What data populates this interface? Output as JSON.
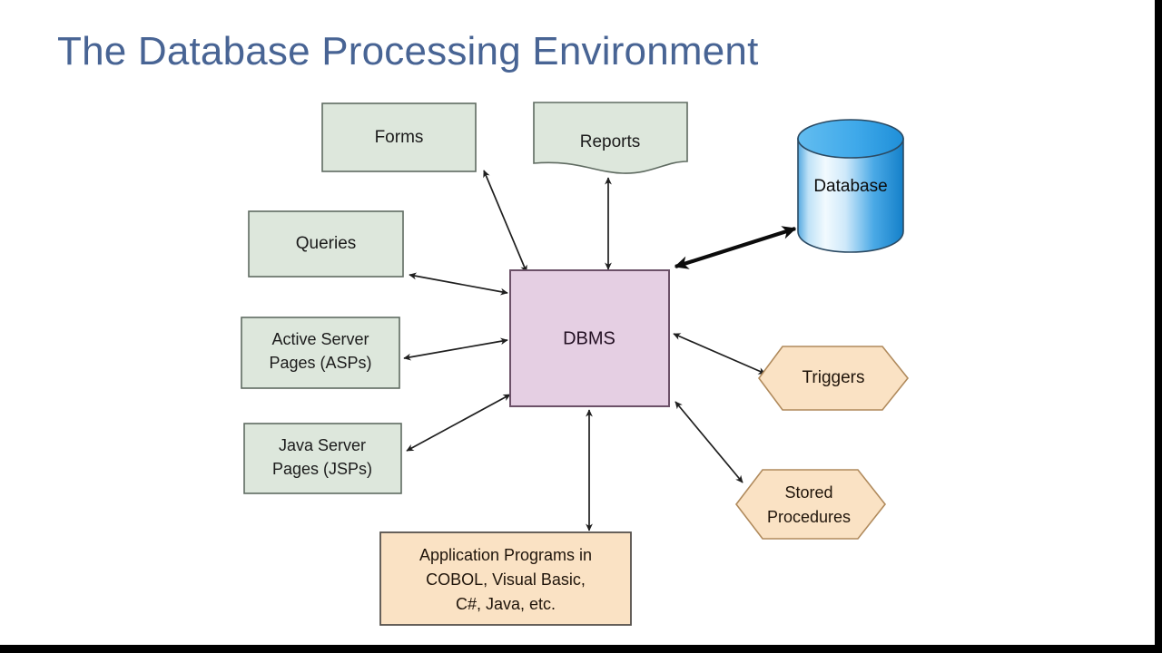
{
  "slide": {
    "title": "The Database Processing Environment",
    "title_color": "#486494",
    "background": "#ffffff",
    "frame_color": "#000000"
  },
  "palette": {
    "green_fill": "#dde7dc",
    "green_stroke": "#5f6b61",
    "pink_fill": "#e5cfe3",
    "pink_stroke": "#6c5168",
    "peach_fill": "#fae2c4",
    "peach_stroke": "#b08a5c",
    "peach_box_stroke": "#55514c",
    "database_blue_dark": "#1a8fd6",
    "database_blue_light": "#eaf6fd",
    "database_top": "#4bb4ee",
    "arrow_color": "#1f1f1f"
  },
  "diagram": {
    "type": "node-link",
    "center": "DBMS",
    "nodes": [
      {
        "id": "forms",
        "label": "Forms",
        "shape": "rectangle",
        "fill": "green"
      },
      {
        "id": "reports",
        "label": "Reports",
        "shape": "document",
        "fill": "green"
      },
      {
        "id": "database",
        "label": "Database",
        "shape": "cylinder",
        "fill": "blue-gradient"
      },
      {
        "id": "queries",
        "label": "Queries",
        "shape": "rectangle",
        "fill": "green"
      },
      {
        "id": "asp",
        "label": "Active Server\nPages (ASPs)",
        "line1": "Active Server",
        "line2": "Pages (ASPs)",
        "shape": "rectangle",
        "fill": "green"
      },
      {
        "id": "jsp",
        "label": "Java Server\nPages (JSPs)",
        "line1": "Java Server",
        "line2": "Pages (JSPs)",
        "shape": "rectangle",
        "fill": "green"
      },
      {
        "id": "dbms",
        "label": "DBMS",
        "shape": "rectangle",
        "fill": "pink"
      },
      {
        "id": "triggers",
        "label": "Triggers",
        "shape": "hexagon",
        "fill": "peach"
      },
      {
        "id": "stored",
        "label": "Stored\nProcedures",
        "line1": "Stored",
        "line2": "Procedures",
        "shape": "hexagon",
        "fill": "peach"
      },
      {
        "id": "apps",
        "label": "Application Programs in COBOL, Visual Basic, C#, Java, etc.",
        "line1": "Application Programs in",
        "line2": "COBOL, Visual Basic,",
        "line3": "C#, Java, etc.",
        "shape": "rectangle",
        "fill": "peach"
      }
    ],
    "edges": [
      {
        "from": "dbms",
        "to": "forms",
        "arrows": "both",
        "weight": "normal"
      },
      {
        "from": "dbms",
        "to": "reports",
        "arrows": "both",
        "weight": "normal"
      },
      {
        "from": "dbms",
        "to": "database",
        "arrows": "both",
        "weight": "bold"
      },
      {
        "from": "dbms",
        "to": "queries",
        "arrows": "both",
        "weight": "normal"
      },
      {
        "from": "dbms",
        "to": "asp",
        "arrows": "both",
        "weight": "normal"
      },
      {
        "from": "dbms",
        "to": "jsp",
        "arrows": "both",
        "weight": "normal"
      },
      {
        "from": "dbms",
        "to": "triggers",
        "arrows": "both",
        "weight": "normal"
      },
      {
        "from": "dbms",
        "to": "stored",
        "arrows": "both",
        "weight": "normal"
      },
      {
        "from": "dbms",
        "to": "apps",
        "arrows": "both",
        "weight": "normal"
      }
    ]
  }
}
